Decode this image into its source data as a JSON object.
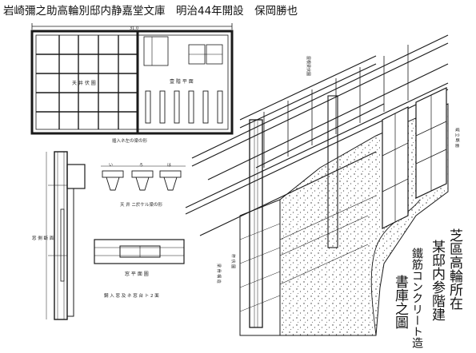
{
  "header": {
    "title": "岩崎彌之助高輪別邸内静嘉堂文庫　明治44年開設　保岡勝也"
  },
  "drawing": {
    "title_columns": [
      "芝區高輪所在",
      "某邸内参階建",
      "鐵筋コンクリート造",
      "書庫之圖"
    ],
    "colors": {
      "ink": "#1a1a1a",
      "paper": "#ffffff"
    }
  }
}
